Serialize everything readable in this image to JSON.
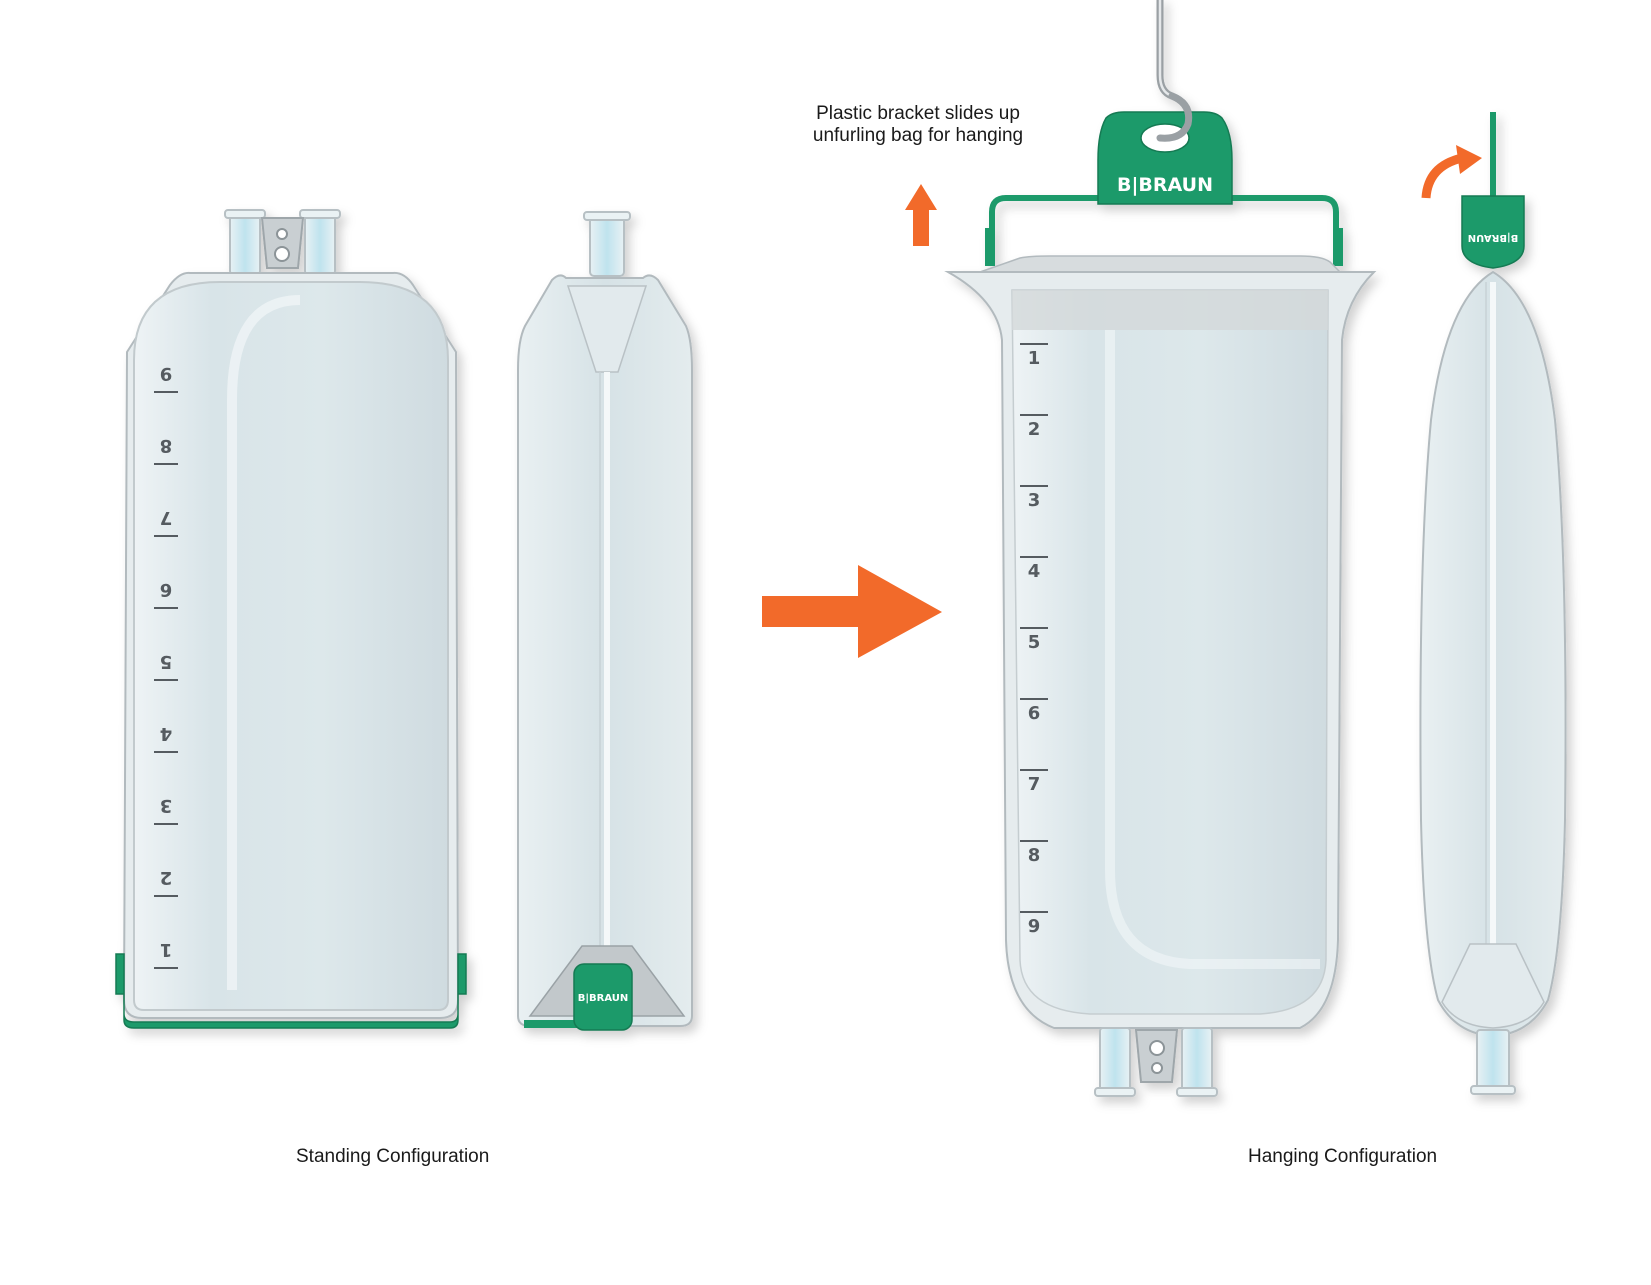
{
  "captions": {
    "standing": "Standing Configuration",
    "hanging": "Hanging Configuration"
  },
  "annotation": {
    "line1": "Plastic bracket slides up",
    "line2": "unfurling bag for hanging"
  },
  "brand": {
    "large": "B|BRAUN",
    "small": "B|BRAUN"
  },
  "scale_marks_standing": [
    "9",
    "8",
    "7",
    "6",
    "5",
    "4",
    "3",
    "2",
    "1"
  ],
  "scale_marks_hanging": [
    "1",
    "2",
    "3",
    "4",
    "5",
    "6",
    "7",
    "8",
    "9"
  ],
  "colors": {
    "bracket_green": "#1b9a6a",
    "bracket_green_dark": "#137a52",
    "arrow_orange": "#f26a2a",
    "bag_fill": "#dfe9ec",
    "bag_outline": "#b9c0c4",
    "hook": "#9aa0a4"
  },
  "icons": {
    "main_arrow": "right-arrow-icon",
    "up_arrow": "up-arrow-icon",
    "curved_arrow": "curved-arrow-icon",
    "hook": "hook-icon"
  }
}
